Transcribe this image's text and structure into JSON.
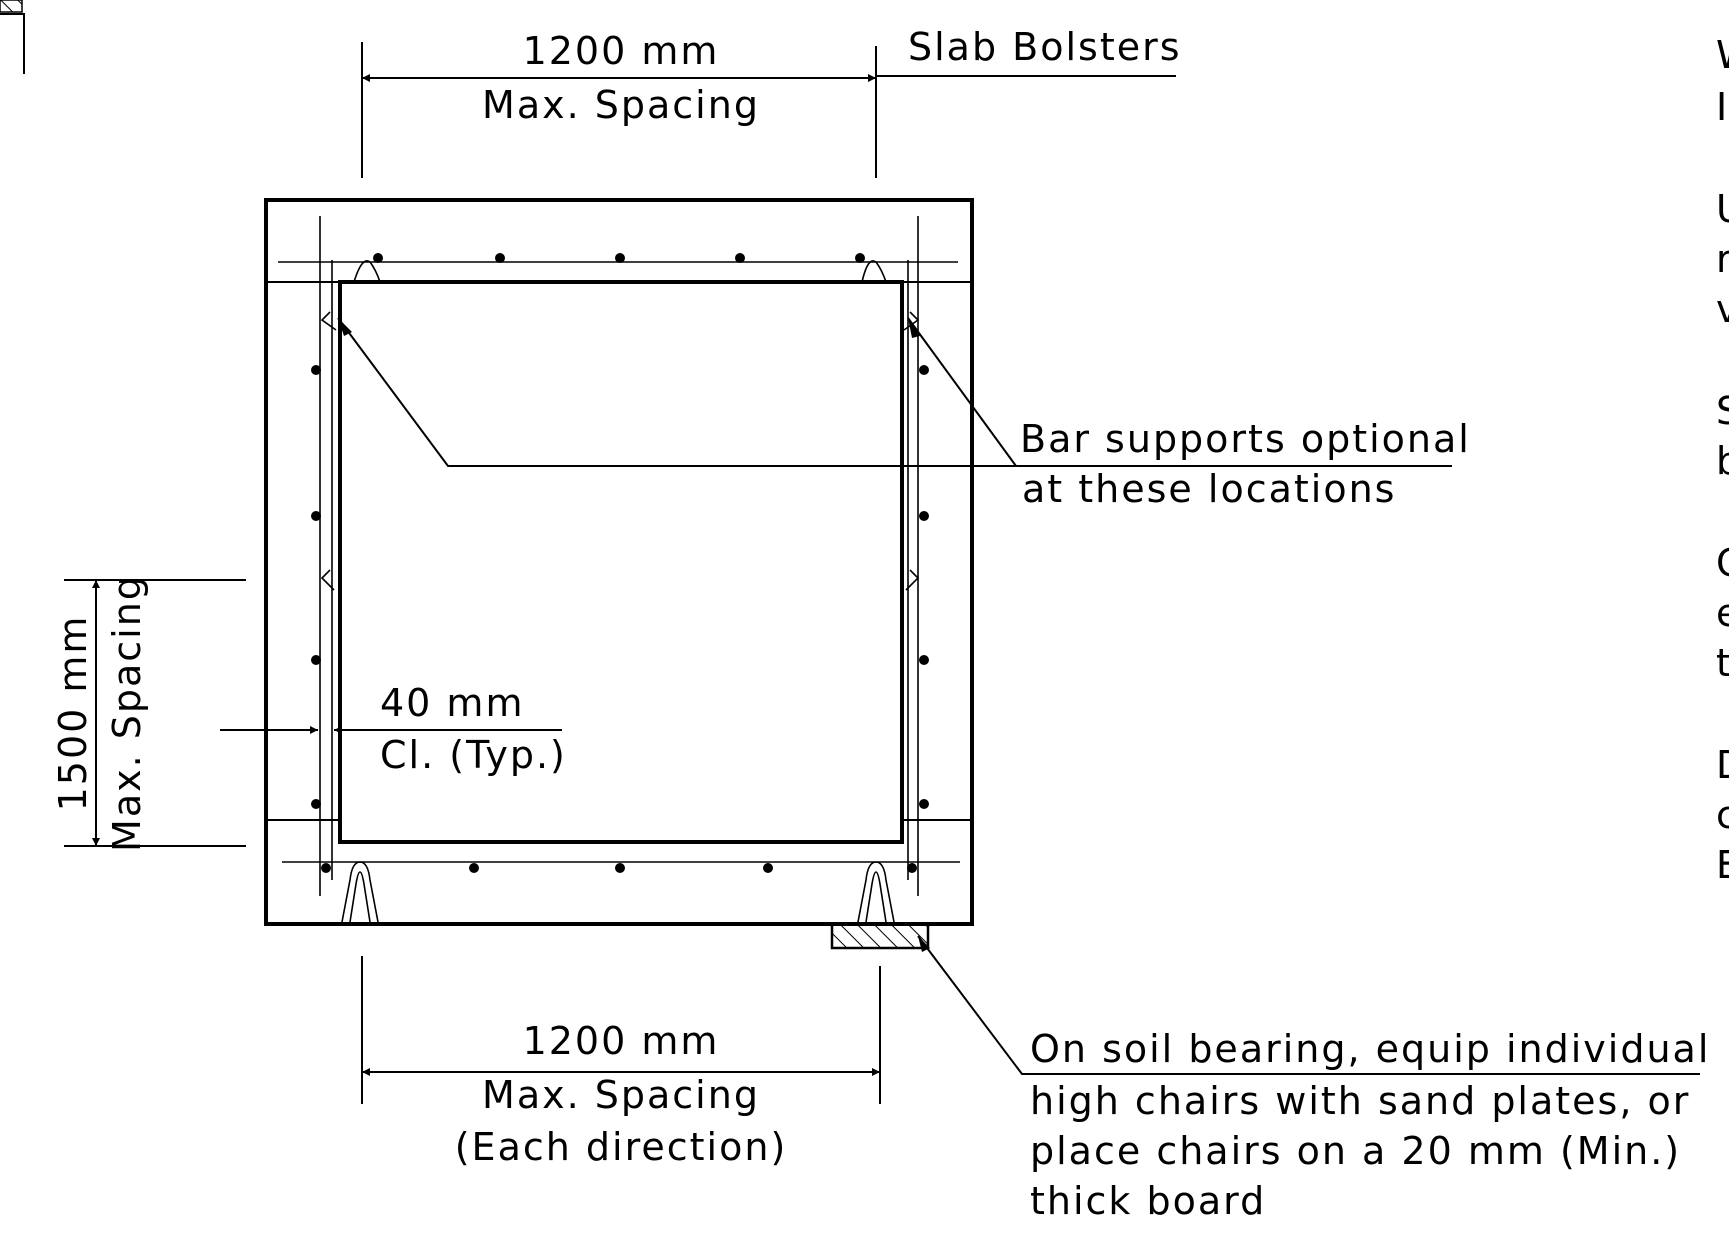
{
  "labels": {
    "top_dim_value": "1200 mm",
    "top_dim_note": "Max. Spacing",
    "slab_bolsters": "Slab Bolsters",
    "bar_supports_line1": "Bar supports optional",
    "bar_supports_line2": "at these locations",
    "clear_value": "40 mm",
    "clear_note": "Cl. (Typ.)",
    "left_dim_value": "1500 mm",
    "left_dim_note": "Max. Spacing",
    "bottom_dim_value": "1200 mm",
    "bottom_dim_note1": "Max. Spacing",
    "bottom_dim_note2": "(Each direction)",
    "soil_note_line1": "On soil bearing, equip individual",
    "soil_note_line2": "high chairs with sand plates, or",
    "soil_note_line3": "place chairs on a 20 mm (Min.)",
    "soil_note_line4": "thick board"
  },
  "right_edge_fragments": [
    "W",
    "I",
    "U",
    "r",
    "v",
    "S",
    "b",
    "C",
    "e",
    "t",
    "D",
    "c",
    "E"
  ]
}
